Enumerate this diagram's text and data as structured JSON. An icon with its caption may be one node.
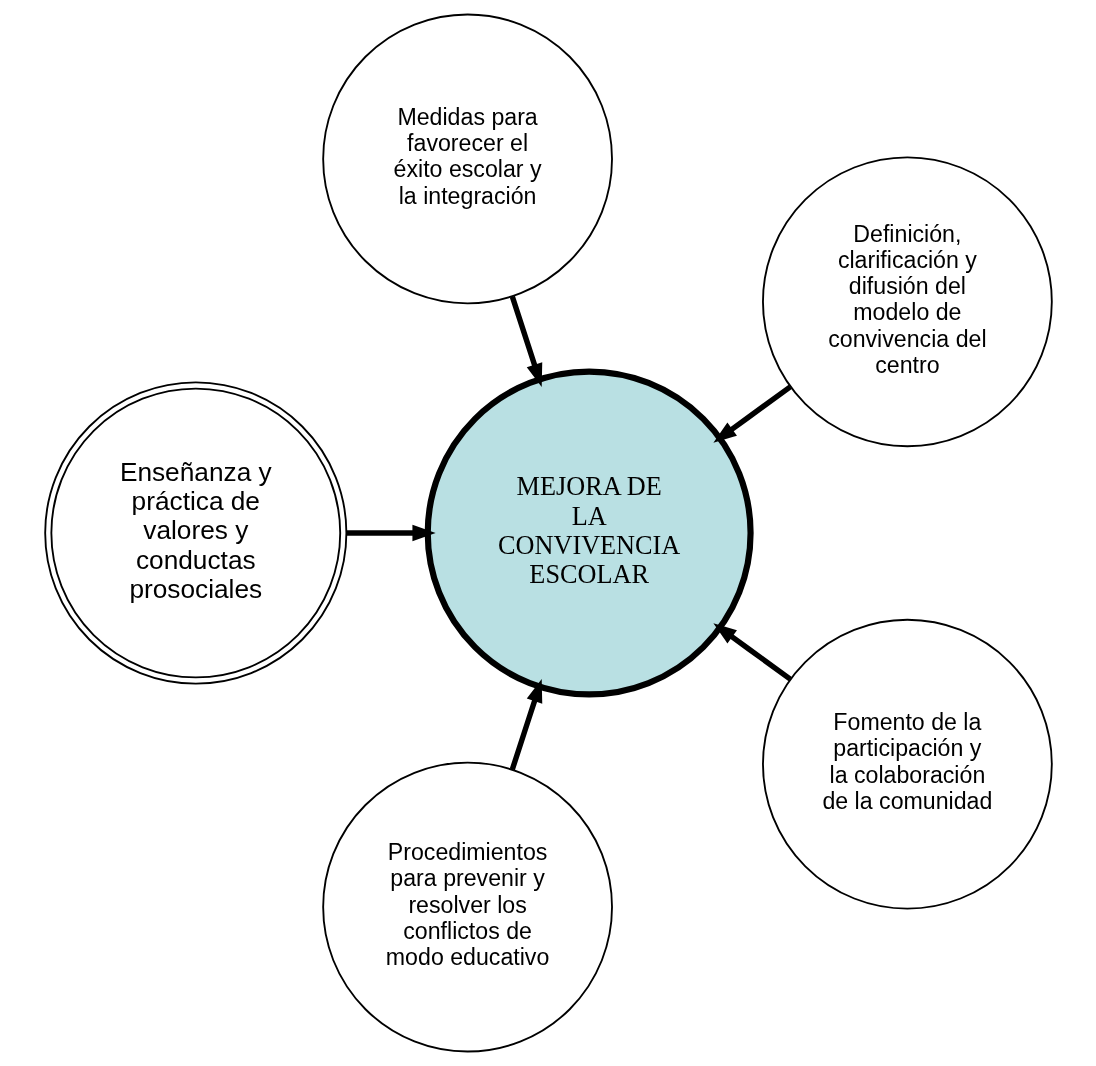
{
  "diagram": {
    "nodes": [
      {
        "text": [
          "Definición, clarificación y difusión del modelo de convivencia del centro"
        ]
      },
      {
        "text": [
          "Medidas para favorecer el éxito escolar y la integración"
        ]
      },
      {
        "text": [
          "Enseñanza y práctica de valores y conductas prosociales"
        ]
      },
      {
        "text": [
          "MEJORA DE LA CONVIVENCIA ESCOLAR"
        ]
      },
      {
        "text": [
          "Procedimientos para prevenir y resolver los conflictos de modo educativo"
        ]
      },
      {
        "text": [
          "Fomento de la participación y la colaboración de la comunidad"
        ]
      }
    ],
    "edges": [
      {
        "from": 0,
        "to": 3,
        "arrow": "to"
      },
      {
        "from": 1,
        "to": 3,
        "arrow": "to"
      },
      {
        "from": 2,
        "to": 3,
        "arrow": "to"
      },
      {
        "from": 4,
        "to": 3,
        "arrow": "to"
      },
      {
        "from": 5,
        "to": 3,
        "arrow": "to"
      }
    ]
  }
}
